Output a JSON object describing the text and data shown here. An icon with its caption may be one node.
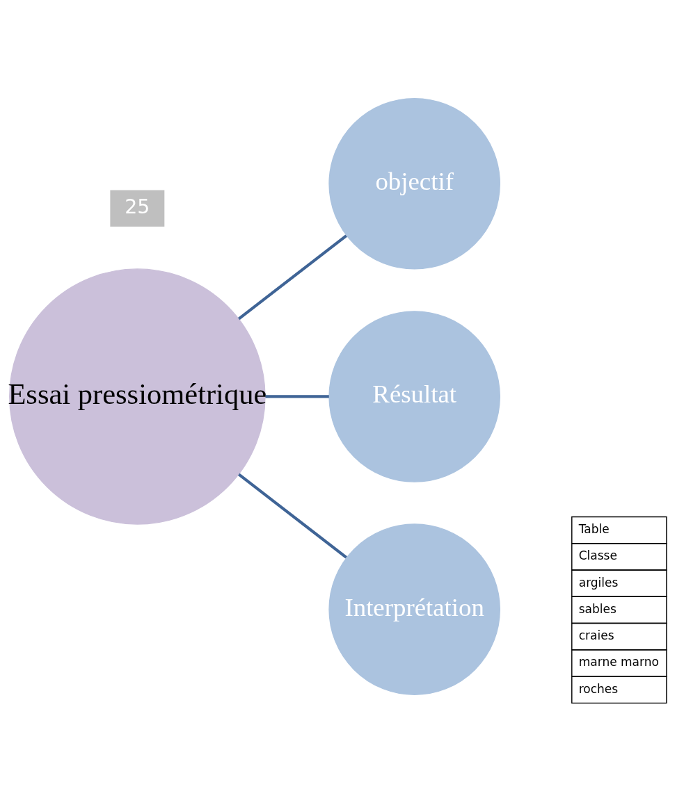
{
  "diagram": {
    "nodes": [
      {
        "text": [
          "Essai pressiométrique"
        ]
      },
      {
        "text": [
          "objectif"
        ]
      },
      {
        "text": [
          "Résultat"
        ]
      },
      {
        "text": [
          "Interprétation"
        ]
      }
    ],
    "edges": [
      {
        "from": 0,
        "to": 1,
        "arrow": "none"
      },
      {
        "from": 0,
        "to": 2,
        "arrow": "none"
      },
      {
        "from": 0,
        "to": 3,
        "arrow": "none"
      }
    ],
    "labels": [
      "Table",
      "Classe",
      "argiles",
      "sables",
      "craies",
      "marne marno",
      "roches",
      "25"
    ]
  }
}
